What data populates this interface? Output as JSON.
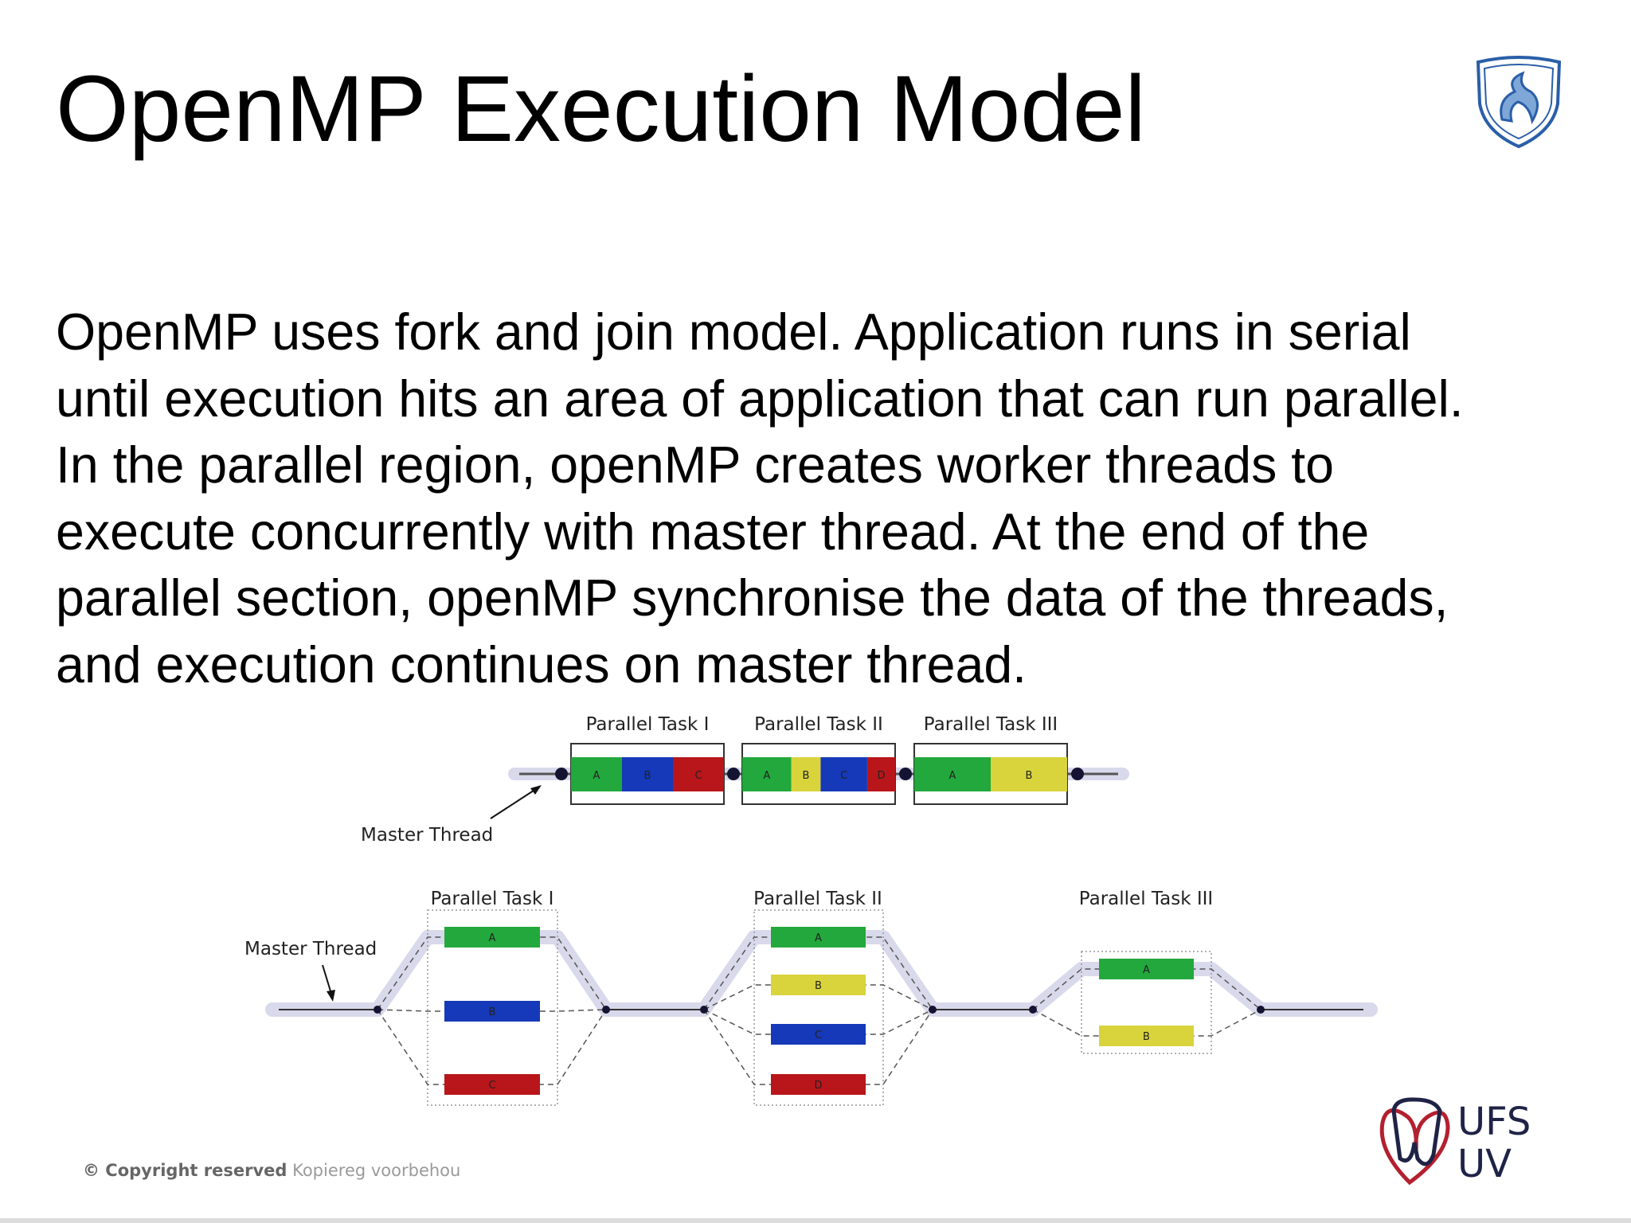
{
  "slide": {
    "title": "OpenMP Execution Model",
    "body_lines": [
      "OpenMP uses fork and join model. Application runs in serial",
      "until execution hits an area of application that can run parallel.",
      "In the parallel region, openMP creates worker threads to",
      "execute concurrently with master thread. At the end of the",
      "parallel section, openMP synchronise the data of the threads,",
      "and execution continues on master thread."
    ],
    "copyright_bold": "© Copyright reserved",
    "copyright_rest": "Kopiereg voorbehou",
    "logo_text": [
      "UFS",
      "UV"
    ]
  },
  "diagram": {
    "master_label": "Master Thread",
    "colors": {
      "A": "#22a83c",
      "B_yellow": "#d9d33c",
      "blue": "#1539b8",
      "red": "#b8161a",
      "thread": "#d9d9ec",
      "line": "#2a2a44"
    },
    "tasks": [
      {
        "label": "Parallel Task I",
        "subtasks": [
          {
            "name": "A",
            "color": "#22a83c"
          },
          {
            "name": "B",
            "color": "#1539b8"
          },
          {
            "name": "C",
            "color": "#b8161a"
          }
        ]
      },
      {
        "label": "Parallel Task II",
        "subtasks": [
          {
            "name": "A",
            "color": "#22a83c"
          },
          {
            "name": "B",
            "color": "#d9d33c"
          },
          {
            "name": "C",
            "color": "#1539b8"
          },
          {
            "name": "D",
            "color": "#b8161a"
          }
        ]
      },
      {
        "label": "Parallel Task III",
        "subtasks": [
          {
            "name": "A",
            "color": "#22a83c"
          },
          {
            "name": "B",
            "color": "#d9d33c"
          }
        ]
      }
    ]
  }
}
